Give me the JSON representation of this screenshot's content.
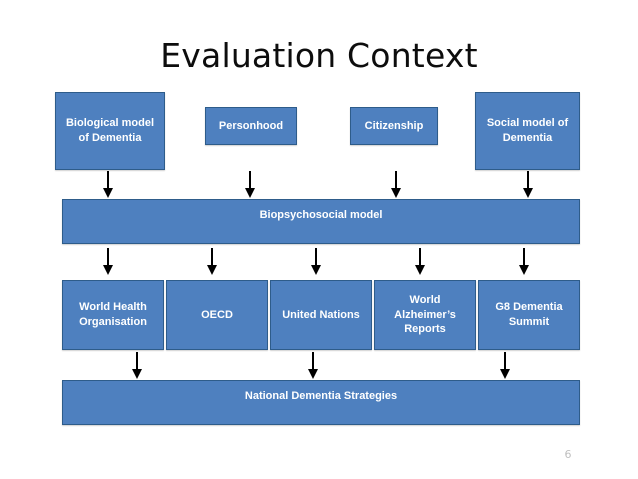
{
  "slide": {
    "title": "Evaluation Context",
    "page_number": "6",
    "colors": {
      "box_fill": "#4E80BF",
      "box_border": "#2E5C8A",
      "box_text": "#FFFFFF",
      "title_text": "#0D0D0D",
      "arrow": "#000000",
      "page_number_text": "#BFBFBF",
      "background": "#FFFFFF"
    }
  },
  "diagram": {
    "type": "flowchart",
    "direction": "top-to-bottom",
    "rows": [
      {
        "name": "models-row",
        "nodes": [
          {
            "id": "biological-model",
            "label": "Biological model of Dementia"
          },
          {
            "id": "personhood",
            "label": "Personhood"
          },
          {
            "id": "citizenship",
            "label": "Citizenship"
          },
          {
            "id": "social-model",
            "label": "Social model of Dementia"
          }
        ]
      },
      {
        "name": "synthesis-row",
        "nodes": [
          {
            "id": "biopsychosocial-model",
            "label": "Biopsychosocial model"
          }
        ]
      },
      {
        "name": "organisations-row",
        "nodes": [
          {
            "id": "world-health-organisation",
            "label": "World Health Organisation"
          },
          {
            "id": "oecd",
            "label": "OECD"
          },
          {
            "id": "united-nations",
            "label": "United Nations"
          },
          {
            "id": "world-alzheimers-reports",
            "label": "World Alzheimer’s Reports"
          },
          {
            "id": "g8-dementia-summit",
            "label": "G8 Dementia Summit"
          }
        ]
      },
      {
        "name": "outcome-row",
        "nodes": [
          {
            "id": "national-dementia-strategies",
            "label": "National Dementia Strategies"
          }
        ]
      }
    ],
    "connectors": {
      "models-to-synthesis": 4,
      "synthesis-to-organisations": 5,
      "organisations-to-outcome": 3,
      "glyph": "down-arrow"
    }
  }
}
